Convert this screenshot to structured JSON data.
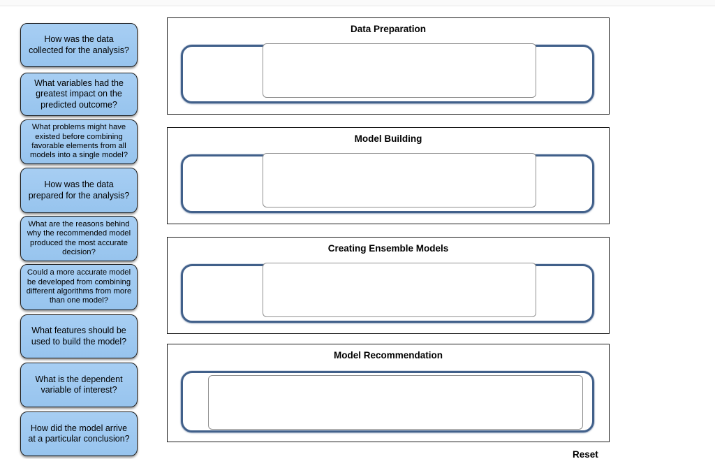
{
  "sidebar": {
    "cards": [
      {
        "text": "How was the data collected for the analysis?"
      },
      {
        "text": "What variables had the greatest impact on the predicted outcome?"
      },
      {
        "text": "What problems might have existed before combining favorable elements from all models into a single model?"
      },
      {
        "text": "How was the data prepared for the analysis?"
      },
      {
        "text": "What are the reasons behind why the recommended model produced the most accurate decision?"
      },
      {
        "text": "Could a more accurate model be developed from combining different algorithms from more than one model?"
      },
      {
        "text": "What features should be used to build the model?"
      },
      {
        "text": "What is the dependent variable of interest?"
      },
      {
        "text": "How did the model arrive at a particular conclusion?"
      }
    ]
  },
  "categories": [
    {
      "title": "Data Preparation"
    },
    {
      "title": "Model Building"
    },
    {
      "title": "Creating Ensemble Models"
    },
    {
      "title": "Model Recommendation"
    }
  ],
  "footer": {
    "reset_label": "Reset"
  },
  "colors": {
    "card_fill": "#9dc8f0",
    "card_border": "#1c1c1c",
    "dropzone_border": "#41608a",
    "slot_border": "#8f8f8f",
    "box_border": "#1a1a1a",
    "top_strip": "#fafafa"
  }
}
